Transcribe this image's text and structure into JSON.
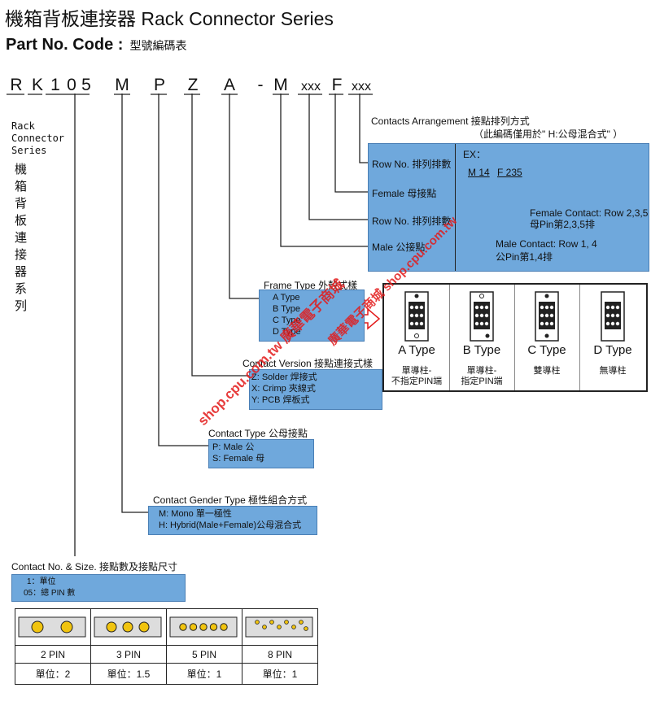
{
  "title": "機箱背板連接器 Rack Connector Series",
  "subtitle": {
    "en": "Part No. Code :",
    "zh": "型號編碼表"
  },
  "code": [
    "R",
    "K",
    "1",
    "0",
    "5",
    "M",
    "P",
    "Z",
    "A",
    "-",
    "M",
    "xxx",
    "F",
    "xxx"
  ],
  "left_desc": {
    "en": "Rack\nConnector\nSeries",
    "zh": "機箱背板連接器系列"
  },
  "contacts_arrangement": {
    "title": "Contacts Arrangement 接點排列方式",
    "note": "（此編碼僅用於\" H:公母混合式\" ）"
  },
  "arrangement_box": {
    "items": [
      "Row No. 排列排數",
      "Female 母接點",
      "Row No. 排列排數",
      "Male 公接點"
    ],
    "ex": {
      "label": "EX：",
      "m": "M 14",
      "f": "F 235",
      "female_contact": "Female Contact: Row 2,3,5",
      "female_zh": "母Pin第2,3,5排",
      "male_contact": "Male Contact: Row 1, 4",
      "male_zh": "公Pin第1,4排"
    }
  },
  "frame_type": {
    "title": "Frame Type 外殼式樣",
    "items": [
      "A Type",
      "B Type",
      "C Type",
      "D Type"
    ]
  },
  "frame_panel": [
    {
      "name": "A Type",
      "note": "單導柱-\n不指定PIN端"
    },
    {
      "name": "B Type",
      "note": "單導柱-\n指定PIN端"
    },
    {
      "name": "C Type",
      "note": "雙導柱"
    },
    {
      "name": "D Type",
      "note": "無導柱"
    }
  ],
  "contact_version": {
    "title": "Contact Version 接點連接式樣",
    "items": [
      "Z: Solder 焊接式",
      "X: Crimp 夾線式",
      "Y: PCB 焊板式"
    ]
  },
  "contact_type": {
    "title": "Contact Type 公母接點",
    "items": [
      "P: Male 公",
      "S: Female 母"
    ]
  },
  "contact_gender": {
    "title": "Contact Gender Type 極性組合方式",
    "items": [
      "M: Mono 單一極性",
      "H: Hybrid(Male+Female)公母混合式"
    ]
  },
  "contact_no": {
    "title": "Contact No. & Size. 接點數及接點尺寸",
    "items": [
      "1：單位",
      "05：總 PIN 數"
    ]
  },
  "pins": [
    {
      "label": "2 PIN",
      "unit": "單位：2",
      "count": 2
    },
    {
      "label": "3 PIN",
      "unit": "單位：1.5",
      "count": 3
    },
    {
      "label": "5 PIN",
      "unit": "單位：1",
      "count": 5
    },
    {
      "label": "8 PIN",
      "unit": "單位：1",
      "count": 8
    }
  ],
  "watermarks": [
    "shop.cpu.com.tw 廣華電子商城",
    "廣華電子商城 shop.cpu.com.tw"
  ],
  "colors": {
    "box": "#6fa8dc",
    "line": "#222222",
    "watermark": "#e31b1b",
    "arrow": "#e31b1b",
    "pin": "#f1c40f"
  }
}
